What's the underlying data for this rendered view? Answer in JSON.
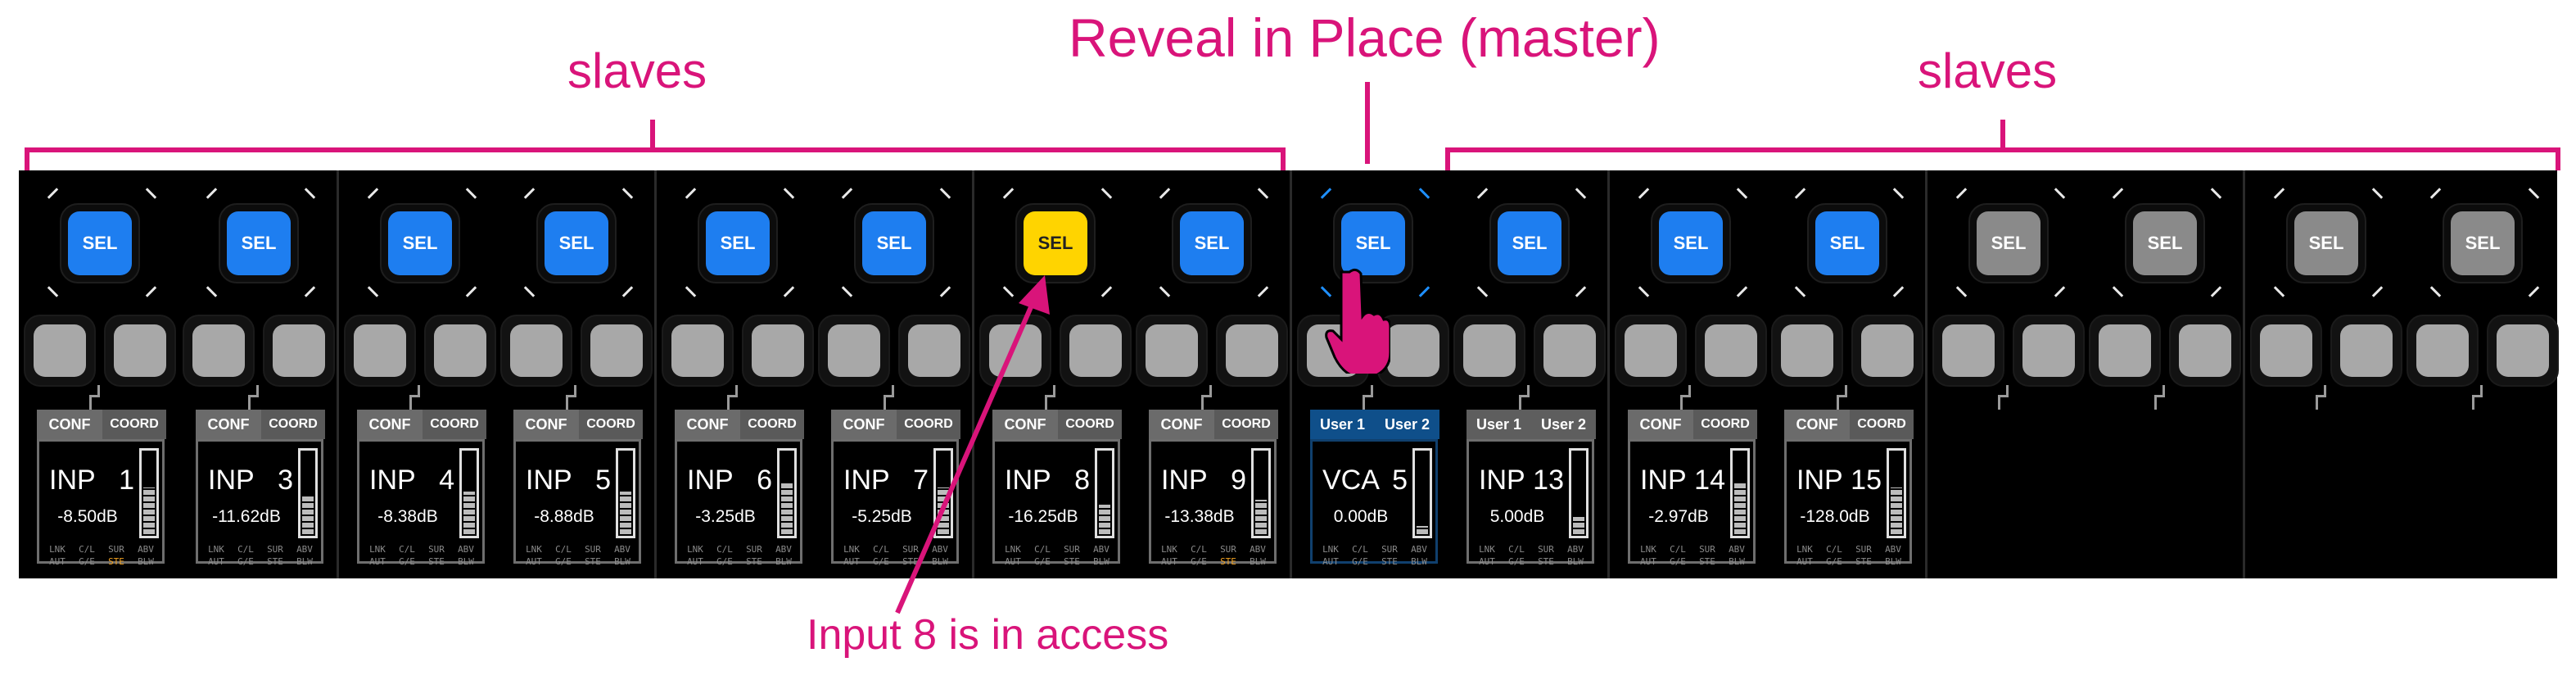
{
  "annotations": {
    "left_label": "slaves",
    "right_label": "slaves",
    "master_label": "Reveal in Place (master)",
    "note_label": "Input 8 is in access"
  },
  "colors": {
    "accent": "#d9147a",
    "sel_blue": "#1e7ef0",
    "sel_yellow": "#ffd400",
    "sel_gray": "#8a8a8a"
  },
  "strips": [
    {
      "sel": "SEL",
      "sel_state": "blue",
      "tabs": [
        "CONF",
        "COORD"
      ],
      "tab_style": "gray",
      "name": "INP",
      "num": "1",
      "gain": "-8.50dB",
      "meter": 0.55,
      "ste_on": true,
      "divider": false
    },
    {
      "sel": "SEL",
      "sel_state": "blue",
      "tabs": [
        "CONF",
        "COORD"
      ],
      "tab_style": "gray",
      "name": "INP",
      "num": "3",
      "gain": "-11.62dB",
      "meter": 0.45,
      "ste_on": false,
      "divider": false
    },
    {
      "sel": "SEL",
      "sel_state": "blue",
      "tabs": [
        "CONF",
        "COORD"
      ],
      "tab_style": "gray",
      "name": "INP",
      "num": "4",
      "gain": "-8.38dB",
      "meter": 0.5,
      "ste_on": false,
      "divider": true
    },
    {
      "sel": "SEL",
      "sel_state": "blue",
      "tabs": [
        "CONF",
        "COORD"
      ],
      "tab_style": "gray",
      "name": "INP",
      "num": "5",
      "gain": "-8.88dB",
      "meter": 0.5,
      "ste_on": false,
      "divider": false
    },
    {
      "sel": "SEL",
      "sel_state": "blue",
      "tabs": [
        "CONF",
        "COORD"
      ],
      "tab_style": "gray",
      "name": "INP",
      "num": "6",
      "gain": "-3.25dB",
      "meter": 0.6,
      "ste_on": false,
      "divider": true
    },
    {
      "sel": "SEL",
      "sel_state": "blue",
      "tabs": [
        "CONF",
        "COORD"
      ],
      "tab_style": "gray",
      "name": "INP",
      "num": "7",
      "gain": "-5.25dB",
      "meter": 0.55,
      "ste_on": false,
      "divider": false
    },
    {
      "sel": "SEL",
      "sel_state": "yellow",
      "tabs": [
        "CONF",
        "COORD"
      ],
      "tab_style": "gray",
      "name": "INP",
      "num": "8",
      "gain": "-16.25dB",
      "meter": 0.35,
      "ste_on": false,
      "divider": true
    },
    {
      "sel": "SEL",
      "sel_state": "blue",
      "tabs": [
        "CONF",
        "COORD"
      ],
      "tab_style": "gray",
      "name": "INP",
      "num": "9",
      "gain": "-13.38dB",
      "meter": 0.4,
      "ste_on": true,
      "divider": false
    },
    {
      "sel": "SEL",
      "sel_state": "blue",
      "tabs": [
        "User 1",
        "User 2"
      ],
      "tab_style": "blue",
      "name": "VCA",
      "num": "5",
      "gain": "0.00dB",
      "meter": 0.1,
      "ste_on": false,
      "divider": true,
      "master": true
    },
    {
      "sel": "SEL",
      "sel_state": "blue",
      "tabs": [
        "User 1",
        "User 2"
      ],
      "tab_style": "gray",
      "name": "INP",
      "num": "13",
      "gain": "5.00dB",
      "meter": 0.2,
      "ste_on": false,
      "divider": false
    },
    {
      "sel": "SEL",
      "sel_state": "blue",
      "tabs": [
        "CONF",
        "COORD"
      ],
      "tab_style": "gray",
      "name": "INP",
      "num": "14",
      "gain": "-2.97dB",
      "meter": 0.6,
      "ste_on": false,
      "divider": true
    },
    {
      "sel": "SEL",
      "sel_state": "blue",
      "tabs": [
        "CONF",
        "COORD"
      ],
      "tab_style": "gray",
      "name": "INP",
      "num": "15",
      "gain": "-128.0dB",
      "meter": 0.55,
      "ste_on": false,
      "divider": false
    },
    {
      "sel": "SEL",
      "sel_state": "gray",
      "empty": true,
      "divider": true
    },
    {
      "sel": "SEL",
      "sel_state": "gray",
      "empty": true,
      "divider": false
    },
    {
      "sel": "SEL",
      "sel_state": "gray",
      "empty": true,
      "divider": true
    },
    {
      "sel": "SEL",
      "sel_state": "gray",
      "empty": true,
      "divider": false
    }
  ],
  "flag_rows": [
    [
      "LNK",
      "C/L",
      "SUR",
      "ABV"
    ],
    [
      "AUT",
      "G/E",
      "STE",
      "BLW"
    ]
  ]
}
